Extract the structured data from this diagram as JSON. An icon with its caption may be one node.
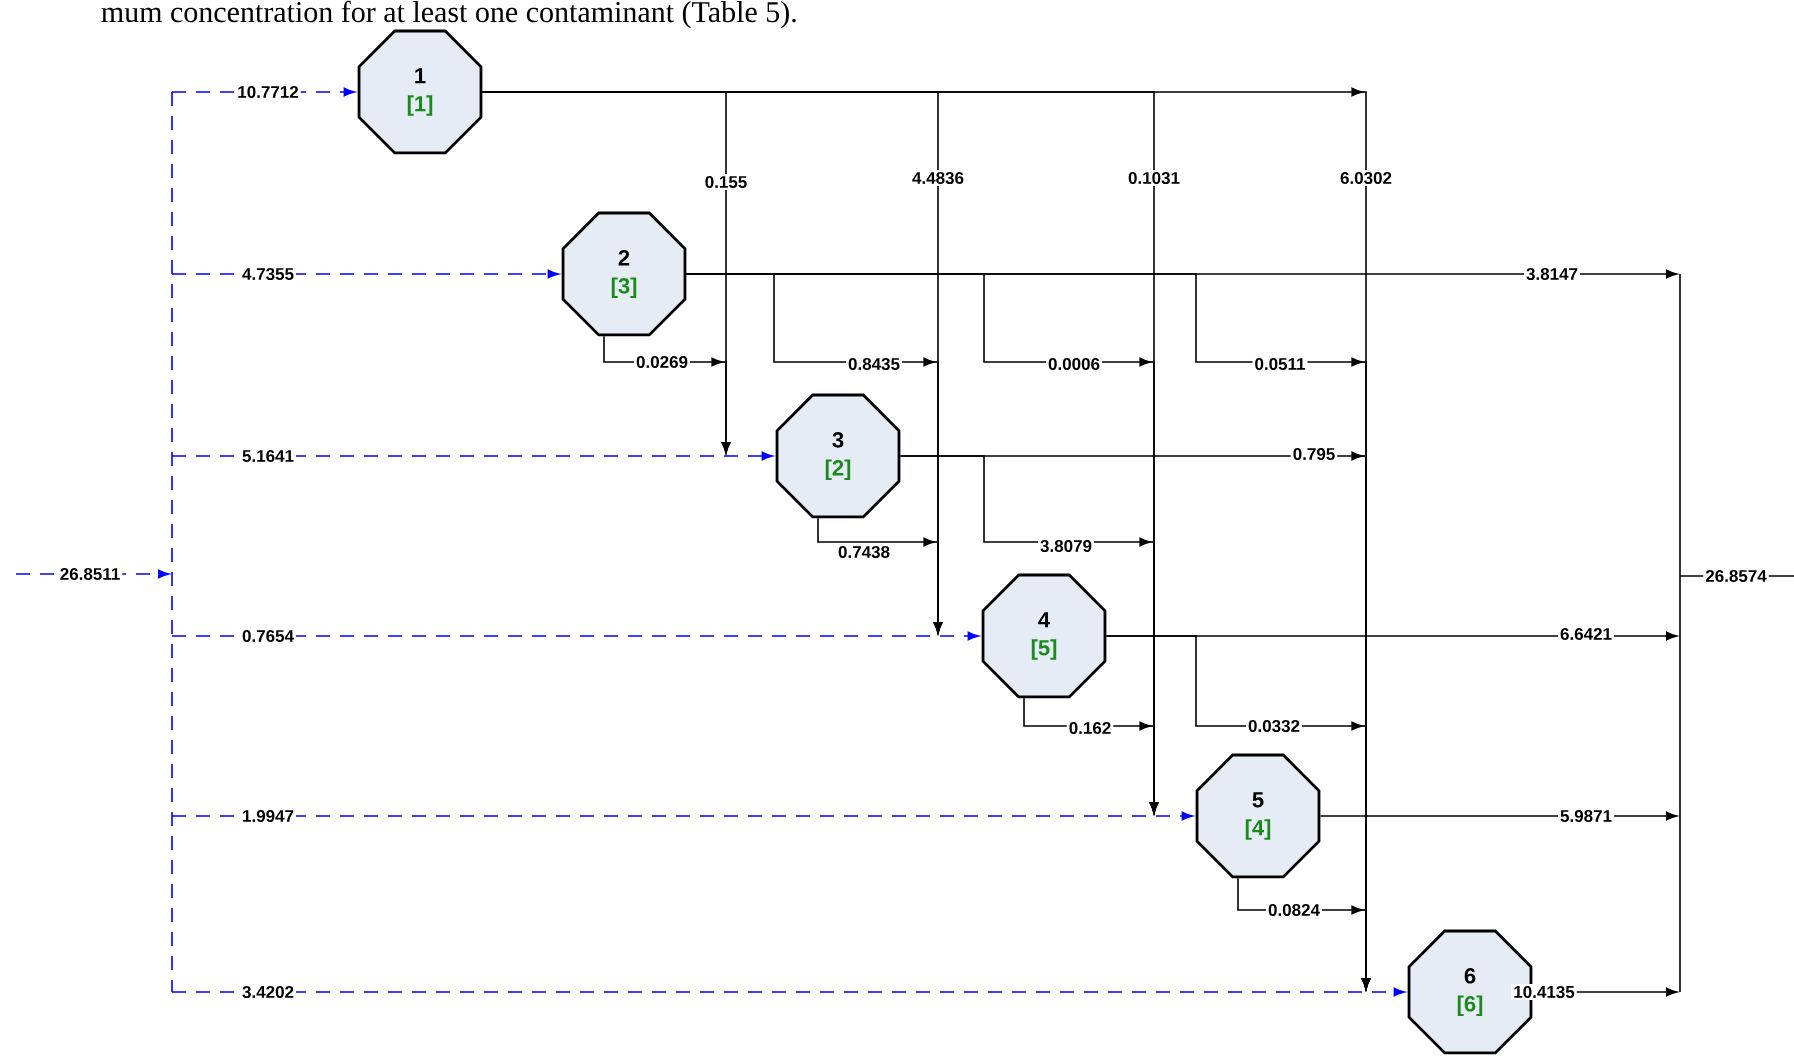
{
  "diagram": {
    "caption": "mum concentration for at least one contaminant (Table 5).",
    "nodes": [
      {
        "text": [
          "1",
          "[1]"
        ]
      },
      {
        "text": [
          "2",
          "[3]"
        ]
      },
      {
        "text": [
          "3",
          "[2]"
        ]
      },
      {
        "text": [
          "4",
          "[5]"
        ]
      },
      {
        "text": [
          "5",
          "[4]"
        ]
      },
      {
        "text": [
          "6",
          "[6]"
        ]
      }
    ],
    "edges": [
      {
        "from": null,
        "to": 0,
        "arrow": "to",
        "label": "10.7712",
        "style": "dashed",
        "color": "#0000ff"
      },
      {
        "from": null,
        "to": 1,
        "arrow": "to",
        "label": "4.7355",
        "style": "dashed",
        "color": "#0000ff"
      },
      {
        "from": null,
        "to": 2,
        "arrow": "to",
        "label": "5.1641",
        "style": "dashed",
        "color": "#0000ff"
      },
      {
        "from": null,
        "to": 3,
        "arrow": "to",
        "label": "0.7654",
        "style": "dashed",
        "color": "#0000ff"
      },
      {
        "from": null,
        "to": 4,
        "arrow": "to",
        "label": "1.9947",
        "style": "dashed",
        "color": "#0000ff"
      },
      {
        "from": null,
        "to": 5,
        "arrow": "to",
        "label": "3.4202",
        "style": "dashed",
        "color": "#0000ff"
      },
      {
        "from": 0,
        "to": 2,
        "arrow": "to",
        "label": "0.155"
      },
      {
        "from": 0,
        "to": 3,
        "arrow": "to",
        "label": "4.4836"
      },
      {
        "from": 0,
        "to": 4,
        "arrow": "to",
        "label": "0.1031"
      },
      {
        "from": 0,
        "to": 5,
        "arrow": "to",
        "label": "6.0302"
      },
      {
        "from": 1,
        "to": 2,
        "arrow": "to",
        "label": "0.0269"
      },
      {
        "from": 1,
        "to": 3,
        "arrow": "to",
        "label": "0.8435"
      },
      {
        "from": 1,
        "to": 4,
        "arrow": "to",
        "label": "0.0006"
      },
      {
        "from": 1,
        "to": 5,
        "arrow": "to",
        "label": "0.0511"
      },
      {
        "from": 1,
        "to": null,
        "arrow": "to",
        "label": "3.8147"
      },
      {
        "from": 2,
        "to": 3,
        "arrow": "to",
        "label": "0.7438"
      },
      {
        "from": 2,
        "to": 4,
        "arrow": "to",
        "label": "3.8079"
      },
      {
        "from": 2,
        "to": 5,
        "arrow": "to",
        "label": "0.795"
      },
      {
        "from": 3,
        "to": 4,
        "arrow": "to",
        "label": "0.162"
      },
      {
        "from": 3,
        "to": 5,
        "arrow": "to",
        "label": "0.0332"
      },
      {
        "from": 3,
        "to": null,
        "arrow": "to",
        "label": "6.6421"
      },
      {
        "from": 4,
        "to": 5,
        "arrow": "to",
        "label": "0.0824"
      },
      {
        "from": 4,
        "to": null,
        "arrow": "to",
        "label": "5.9871"
      },
      {
        "from": 5,
        "to": null,
        "arrow": "to",
        "label": "10.4135"
      }
    ],
    "labels": [
      "26.8511",
      "26.8574"
    ]
  }
}
